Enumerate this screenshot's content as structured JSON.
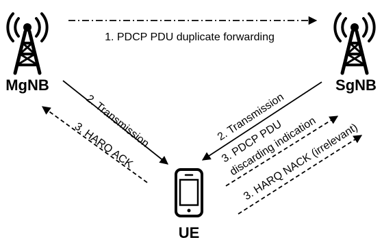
{
  "nodes": {
    "mgnb": {
      "label": "MgNB",
      "icon": "cell-tower-icon"
    },
    "sgnb": {
      "label": "SgNB",
      "icon": "cell-tower-icon"
    },
    "ue": {
      "label": "UE",
      "icon": "smartphone-icon"
    }
  },
  "edges": {
    "duplicate_forwarding": {
      "label": "1. PDCP PDU duplicate forwarding",
      "style": "dash-dot"
    },
    "mgnb_transmission": {
      "label": "2. Transmission",
      "style": "solid"
    },
    "mgnb_harq_ack": {
      "label": "3. HARQ ACK",
      "style": "dashed"
    },
    "sgnb_transmission": {
      "label": "2. Transmission",
      "style": "solid"
    },
    "pdcp_discard_line1": {
      "label": "3. PDCP PDU",
      "style": "dashed"
    },
    "pdcp_discard_line2": {
      "label": "discarding indication"
    },
    "harq_nack": {
      "label": "3. HARQ NACK (irrelevant)",
      "style": "dashed"
    }
  },
  "colors": {
    "ink": "#000000",
    "background": "#ffffff"
  }
}
